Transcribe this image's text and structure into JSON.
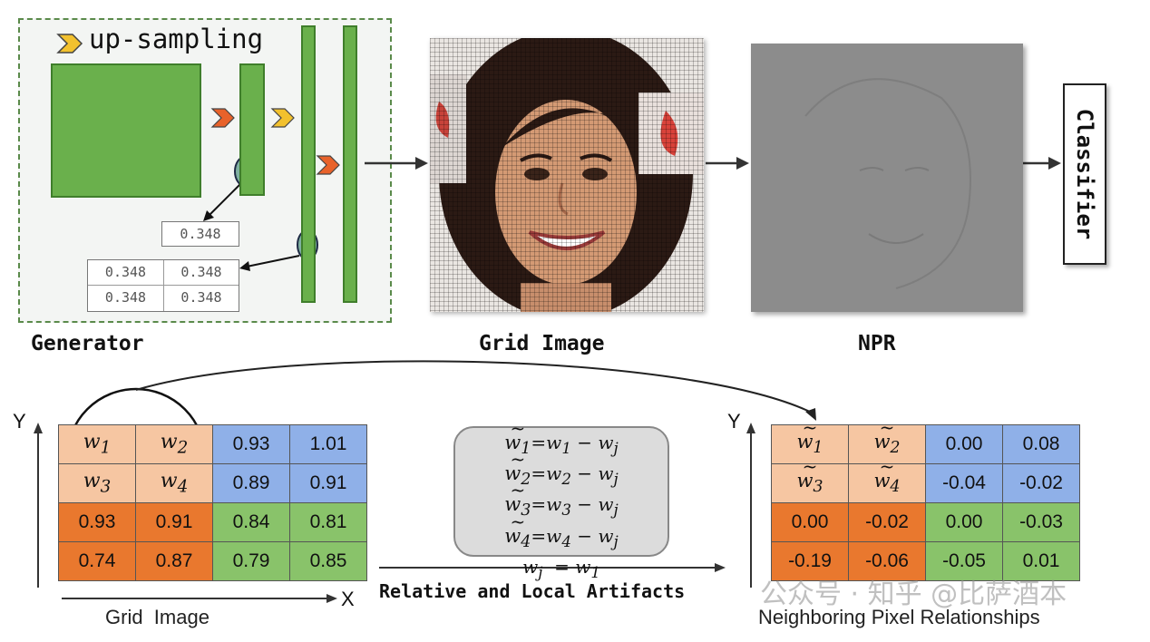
{
  "generator": {
    "legend_text": "up-sampling",
    "label": "Generator",
    "single_value": "0.348",
    "grid_values": [
      "0.348",
      "0.348",
      "0.348",
      "0.348"
    ]
  },
  "grid_image_label": "Grid Image",
  "npr_label": "NPR",
  "classifier_label": "Classifier",
  "left_table": {
    "rows": [
      [
        "w1",
        "w2",
        "0.93",
        "1.01"
      ],
      [
        "w3",
        "w4",
        "0.89",
        "0.91"
      ],
      [
        "0.93",
        "0.91",
        "0.84",
        "0.81"
      ],
      [
        "0.74",
        "0.87",
        "0.79",
        "0.85"
      ]
    ],
    "caption": "Grid  Image",
    "y_label": "Y",
    "x_label": "X"
  },
  "formula": [
    "w1=w1 − wj",
    "w2=w2 − wj",
    "w3=w3 − wj",
    "w4=w4 − wj",
    "wj  = w1"
  ],
  "middle_caption": "Relative and Local Artifacts",
  "right_table": {
    "rows": [
      [
        "w1",
        "w2",
        "0.00",
        "0.08"
      ],
      [
        "w3",
        "w4",
        "-0.04",
        "-0.02"
      ],
      [
        "0.00",
        "-0.02",
        "0.00",
        "-0.03"
      ],
      [
        "-0.19",
        "-0.06",
        "-0.05",
        "0.01"
      ]
    ],
    "caption": "Neighboring Pixel Relationships",
    "y_label": "Y"
  },
  "watermark": "公众号 · 知乎 @比萨酒本",
  "colors": {
    "green": "#6ab04c",
    "peach": "#f6c6a2",
    "orange": "#e9782e",
    "blue": "#8fb0e8",
    "light_green": "#89c36a",
    "arrow_orange": "#e8622a",
    "arrow_yellow": "#f2c12e"
  }
}
